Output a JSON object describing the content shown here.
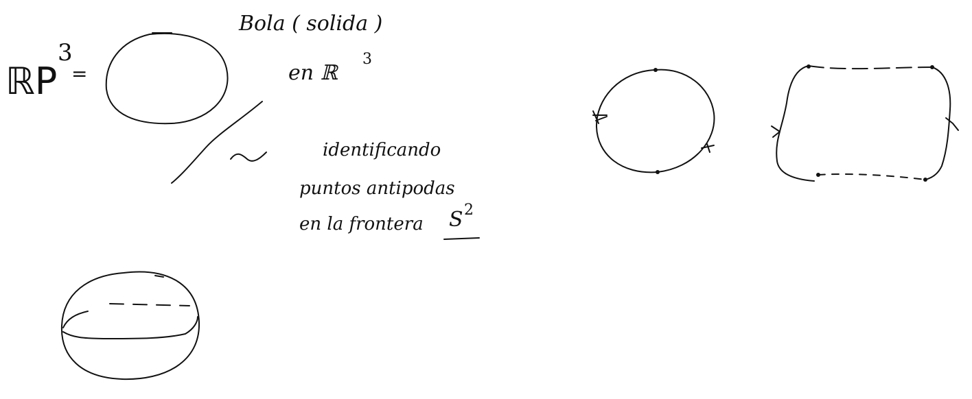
{
  "notes": {
    "rp3_label": "ℝP",
    "rp3_exponent": "3",
    "equals": "=",
    "ball_label": "Bola ( solida )",
    "in_label": "en ℝ",
    "in_exponent": "3",
    "tilde": "~",
    "identification_line1": "identificando",
    "identification_line2": "puntos antipodas",
    "identification_line3": "en la frontera",
    "sphere_symbol": "S",
    "sphere_exponent": "2"
  },
  "colors": {
    "ink": "#111111",
    "paper": "#ffffff"
  }
}
